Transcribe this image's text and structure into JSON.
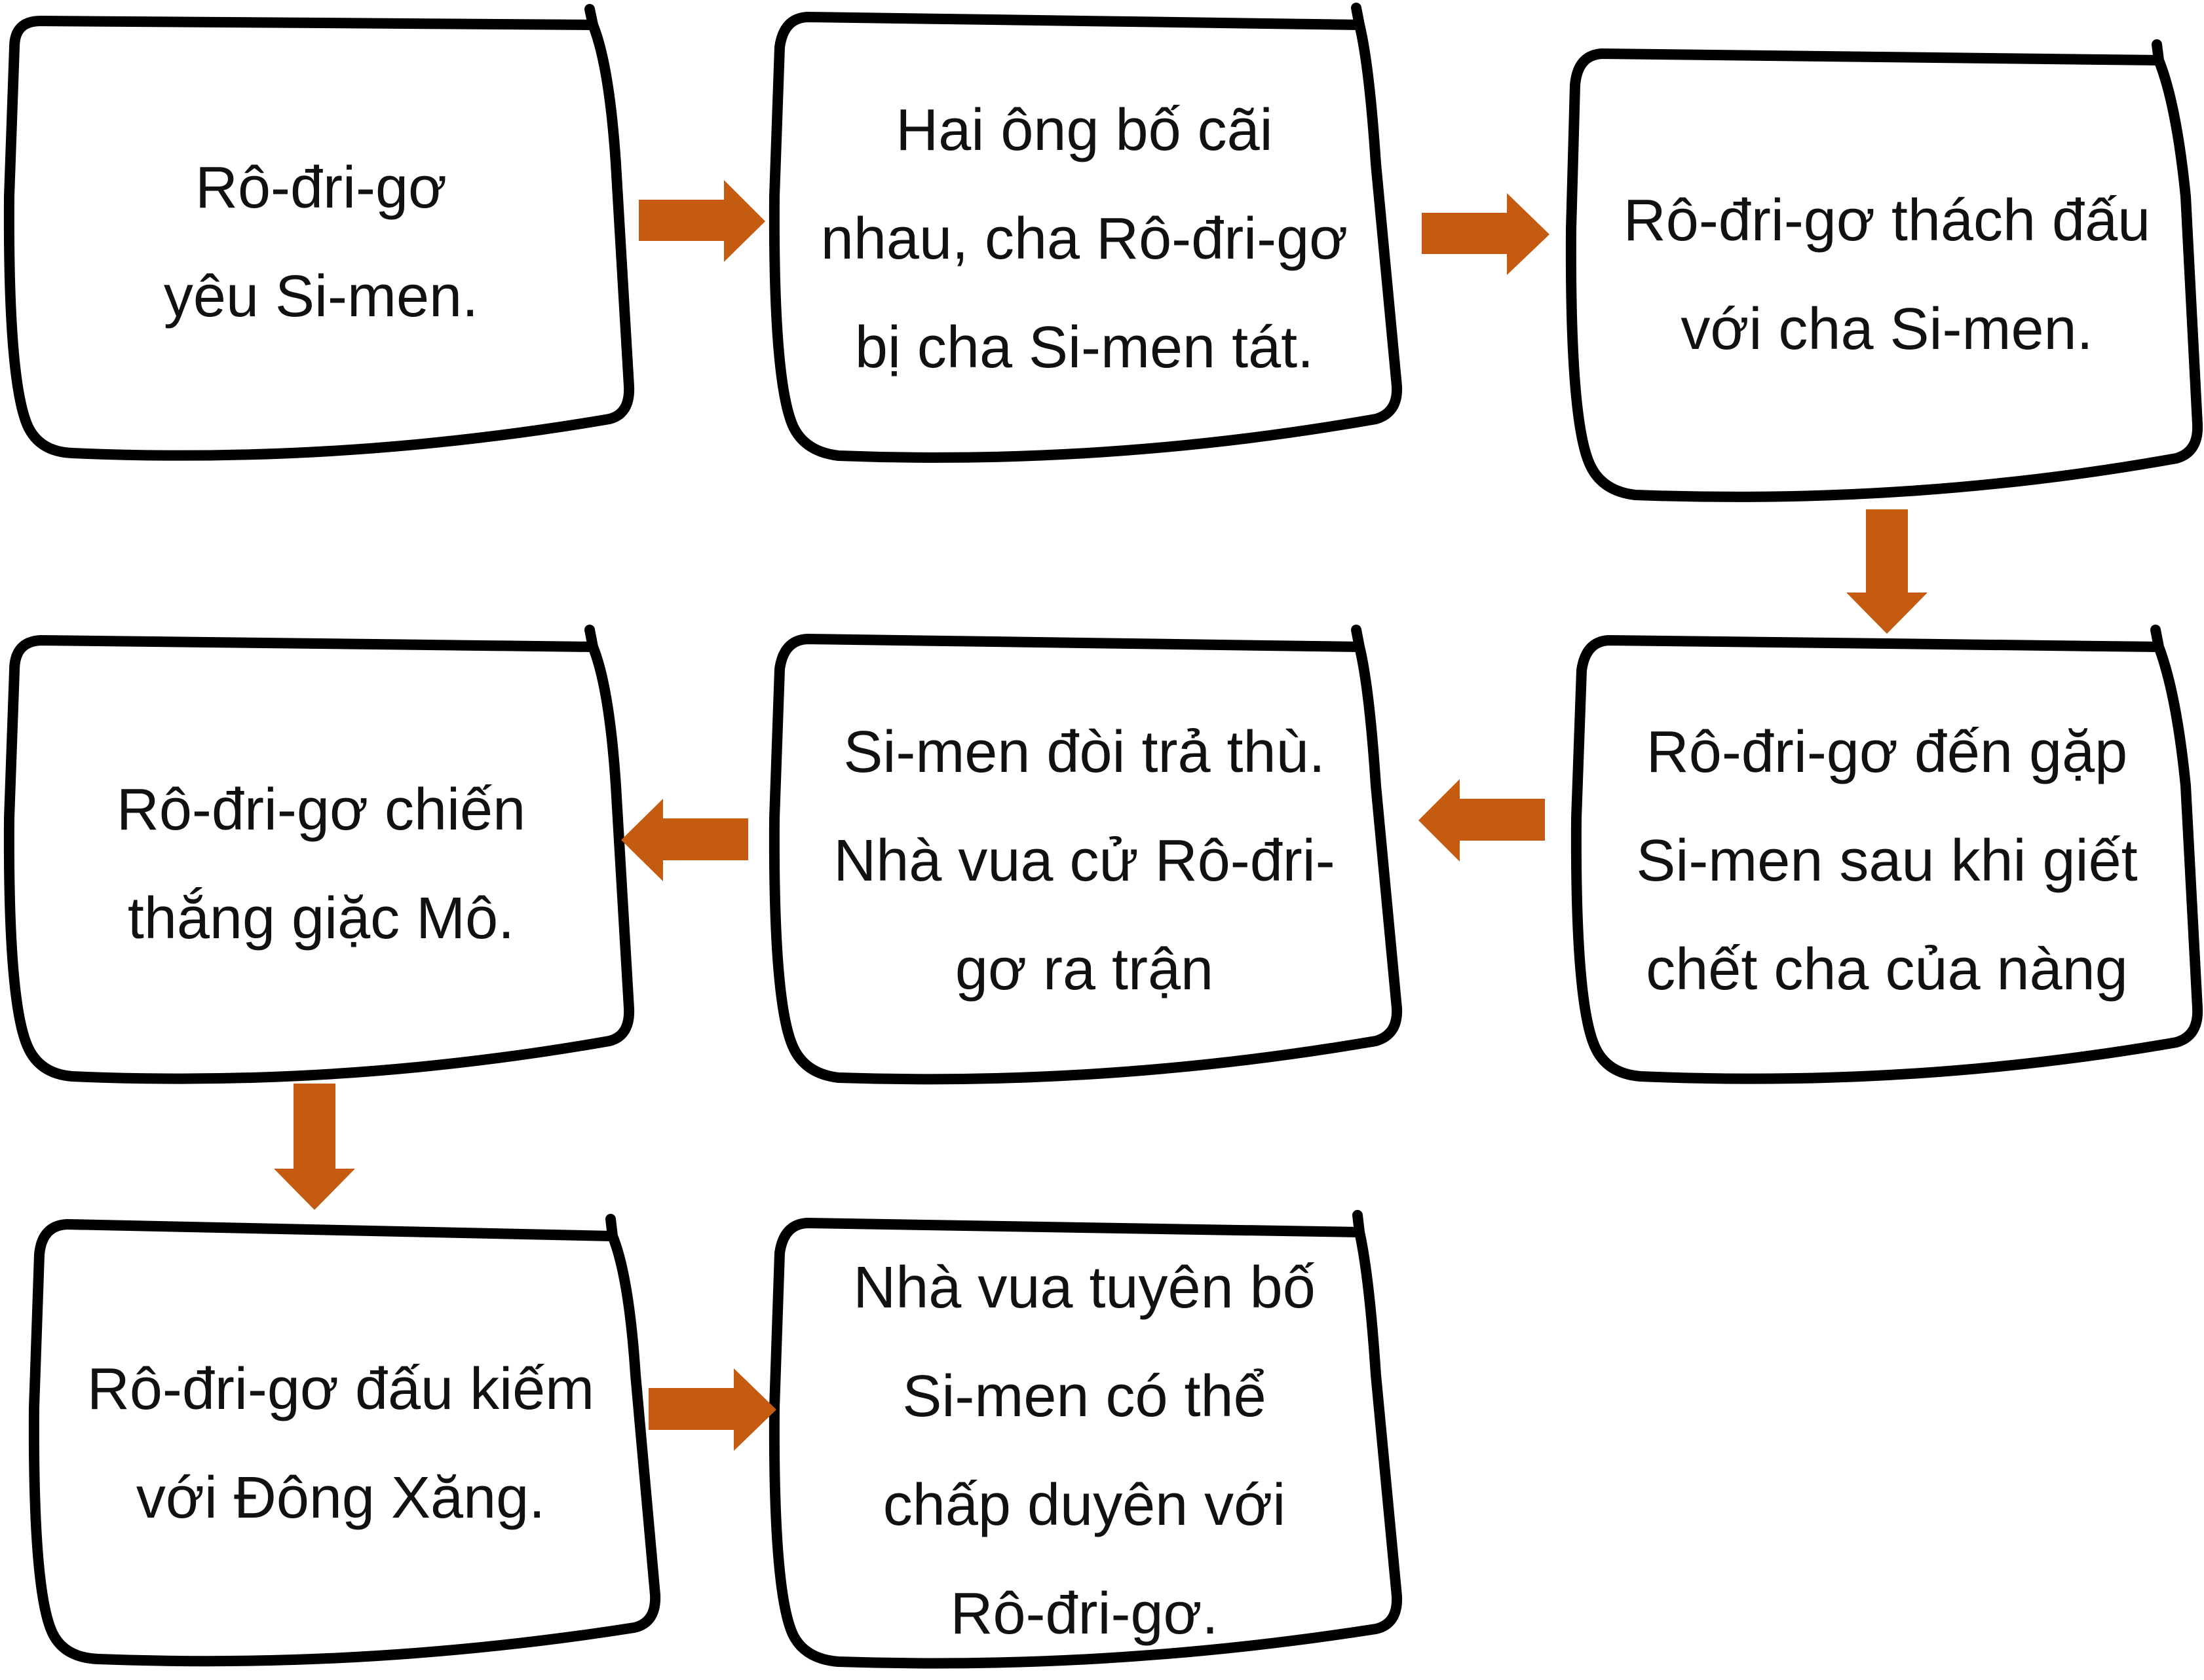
{
  "colors": {
    "box_stroke": "#000000",
    "box_fill": "#ffffff",
    "arrow_fill": "#c55a11",
    "text": "#111111"
  },
  "boxes": [
    {
      "id": "box-1",
      "lines": [
        "Rô-đri-gơ",
        "yêu Si-men."
      ]
    },
    {
      "id": "box-2",
      "lines": [
        "Hai ông bố cãi",
        "nhau, cha Rô-đri-gơ",
        "bị cha Si-men tát."
      ]
    },
    {
      "id": "box-3",
      "lines": [
        "Rô-đri-gơ thách đấu",
        "với cha Si-men."
      ]
    },
    {
      "id": "box-4",
      "lines": [
        "Rô-đri-gơ đến gặp",
        "Si-men sau khi giết",
        "chết cha của nàng"
      ]
    },
    {
      "id": "box-5",
      "lines": [
        "Si-men đòi trả thù.",
        "Nhà vua cử Rô-đri-",
        "gơ ra trận"
      ]
    },
    {
      "id": "box-6",
      "lines": [
        "Rô-đri-gơ chiến",
        "thắng giặc Mô."
      ]
    },
    {
      "id": "box-7",
      "lines": [
        "Rô-đri-gơ đấu kiếm",
        "với Đông Xăng."
      ]
    },
    {
      "id": "box-8",
      "lines": [
        "Nhà vua tuyên bố",
        "Si-men có thể",
        "chấp duyên với",
        "Rô-đri-gơ."
      ]
    }
  ],
  "arrows": [
    {
      "id": "arrow-1-2",
      "direction": "right"
    },
    {
      "id": "arrow-2-3",
      "direction": "right"
    },
    {
      "id": "arrow-3-4",
      "direction": "down"
    },
    {
      "id": "arrow-4-5",
      "direction": "left"
    },
    {
      "id": "arrow-5-6",
      "direction": "left"
    },
    {
      "id": "arrow-6-7",
      "direction": "down"
    },
    {
      "id": "arrow-7-8",
      "direction": "right"
    }
  ]
}
